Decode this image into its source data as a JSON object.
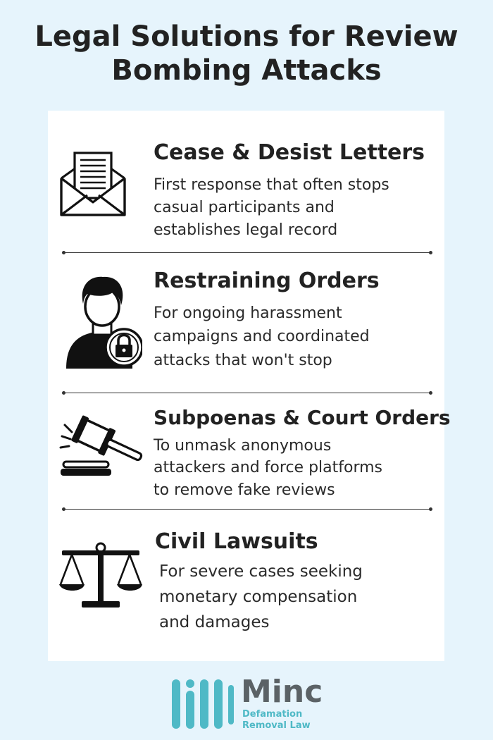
{
  "title": {
    "line1": "Legal Solutions for Review",
    "line2": "Bombing Attacks"
  },
  "items": [
    {
      "heading": "Cease & Desist Letters",
      "lines": [
        "First response that often stops",
        "casual participants and",
        "establishes legal record"
      ],
      "icon": "envelope-letter-icon"
    },
    {
      "heading": "Restraining Orders",
      "lines": [
        "For ongoing harassment",
        "campaigns and coordinated",
        "attacks that won't stop"
      ],
      "icon": "person-lock-icon"
    },
    {
      "heading": "Subpoenas & Court Orders",
      "lines": [
        "To unmask anonymous",
        "attackers and force platforms",
        "to remove fake reviews"
      ],
      "icon": "gavel-icon"
    },
    {
      "heading": "Civil Lawsuits",
      "lines": [
        "For severe cases seeking",
        "monetary compensation",
        "and damages"
      ],
      "icon": "scales-icon"
    }
  ],
  "logo": {
    "brand": "Minc",
    "sub1": "Defamation",
    "sub2": "Removal Law",
    "color_teal": "#4fb9c6",
    "color_gray": "#5b6266"
  }
}
